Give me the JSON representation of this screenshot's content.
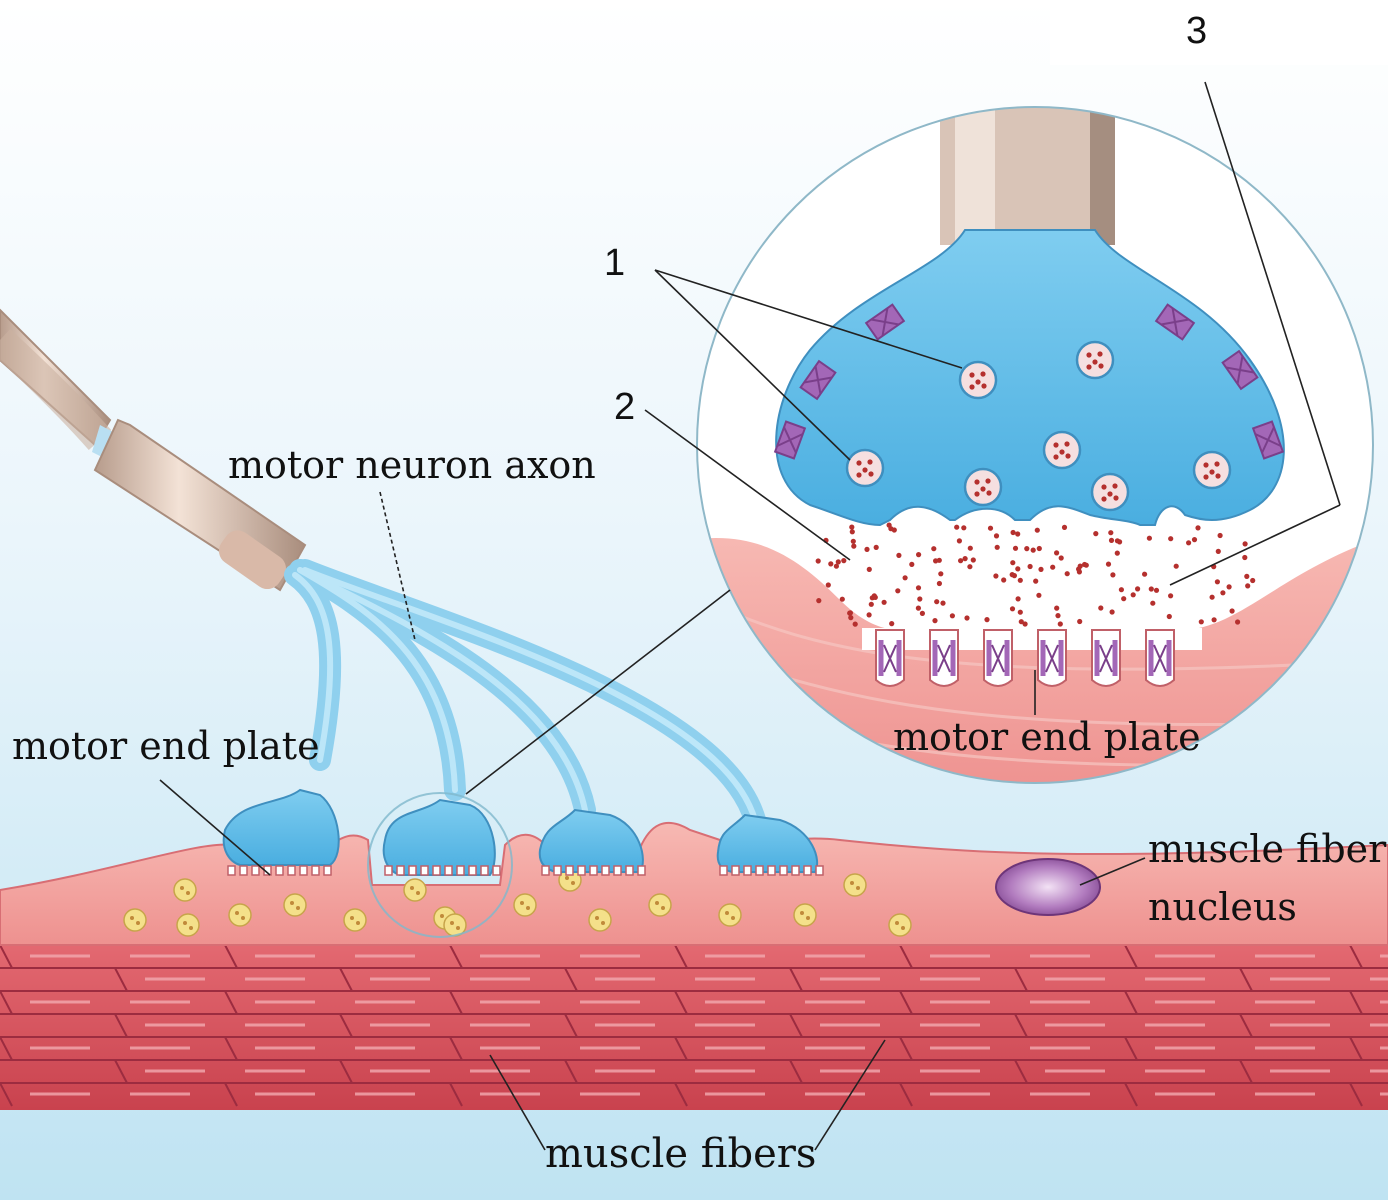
{
  "labels": {
    "motor_neuron_axon": "motor neuron axon",
    "motor_end_plate_main": "motor end plate",
    "motor_end_plate_inset": "motor end plate",
    "muscle_fiber_nucleus_line1": "muscle fiber",
    "muscle_fiber_nucleus_line2": "nucleus",
    "muscle_fibers": "muscle fibers",
    "callout_1": "1",
    "callout_2": "2",
    "callout_3": "3"
  },
  "colors": {
    "background_top": "#ffffff",
    "background_bottom": "#bfe3f2",
    "axon_blue": "#8fd0ee",
    "terminal_blue": "#55b8e6",
    "myelin_sheath": "#e8c4b0",
    "muscle_pink": "#f3a3a0",
    "muscle_fiber_red": "#d8505a",
    "vesicle_yellow": "#f4e08a",
    "neurotransmitter_red": "#b5302e",
    "receptor_purple": "#a367b7",
    "nucleus_purple": "#9a5ca8"
  }
}
